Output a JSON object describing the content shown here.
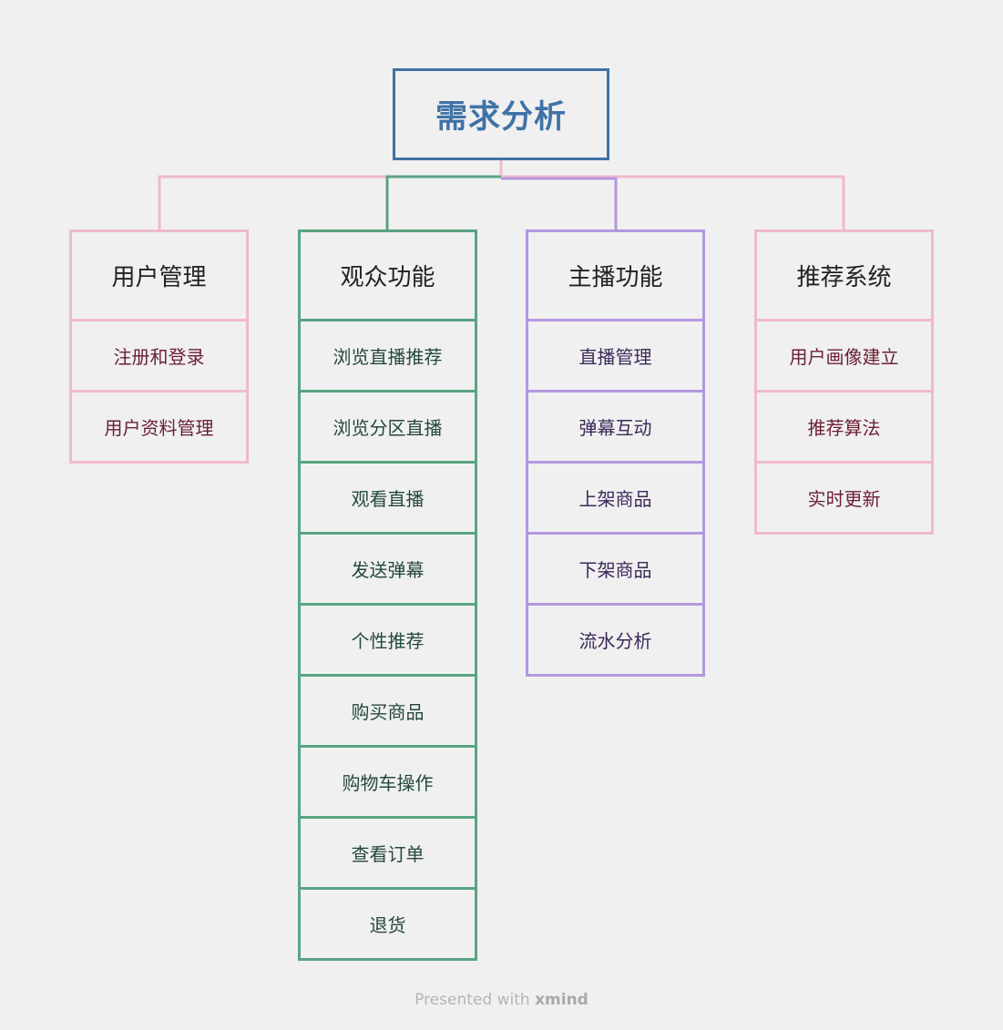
{
  "root": {
    "title": "需求分析",
    "color": "#3f72a7"
  },
  "branches": [
    {
      "title": "用户管理",
      "color": "#f0bac8",
      "items": [
        "注册和登录",
        "用户资料管理"
      ]
    },
    {
      "title": "观众功能",
      "color": "#5aa383",
      "items": [
        "浏览直播推荐",
        "浏览分区直播",
        "观看直播",
        "发送弹幕",
        "个性推荐",
        "购买商品",
        "购物车操作",
        "查看订单",
        "退货"
      ]
    },
    {
      "title": "主播功能",
      "color": "#b398df",
      "items": [
        "直播管理",
        "弹幕互动",
        "上架商品",
        "下架商品",
        "流水分析"
      ]
    },
    {
      "title": "推荐系统",
      "color": "#f0bac8",
      "items": [
        "用户画像建立",
        "推荐算法",
        "实时更新"
      ]
    }
  ],
  "footer": {
    "prefix": "Presented with",
    "brand": "xmind"
  }
}
